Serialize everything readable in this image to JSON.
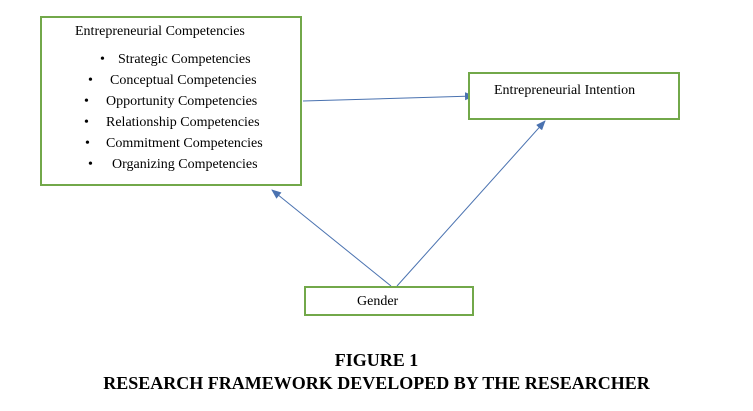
{
  "competencies_box": {
    "title": "Entrepreneurial Competencies",
    "items": [
      "Strategic Competencies",
      "Conceptual Competencies",
      "Opportunity Competencies",
      "Relationship Competencies",
      "Commitment Competencies",
      "Organizing Competencies"
    ]
  },
  "intention_box": {
    "title": "Entrepreneurial Intention"
  },
  "gender_box": {
    "title": "Gender"
  },
  "caption": {
    "figure": "FIGURE 1",
    "title": "RESEARCH FRAMEWORK DEVELOPED BY THE RESEARCHER"
  },
  "colors": {
    "box_border": "#72a84a",
    "arrow": "#4a72b0"
  }
}
